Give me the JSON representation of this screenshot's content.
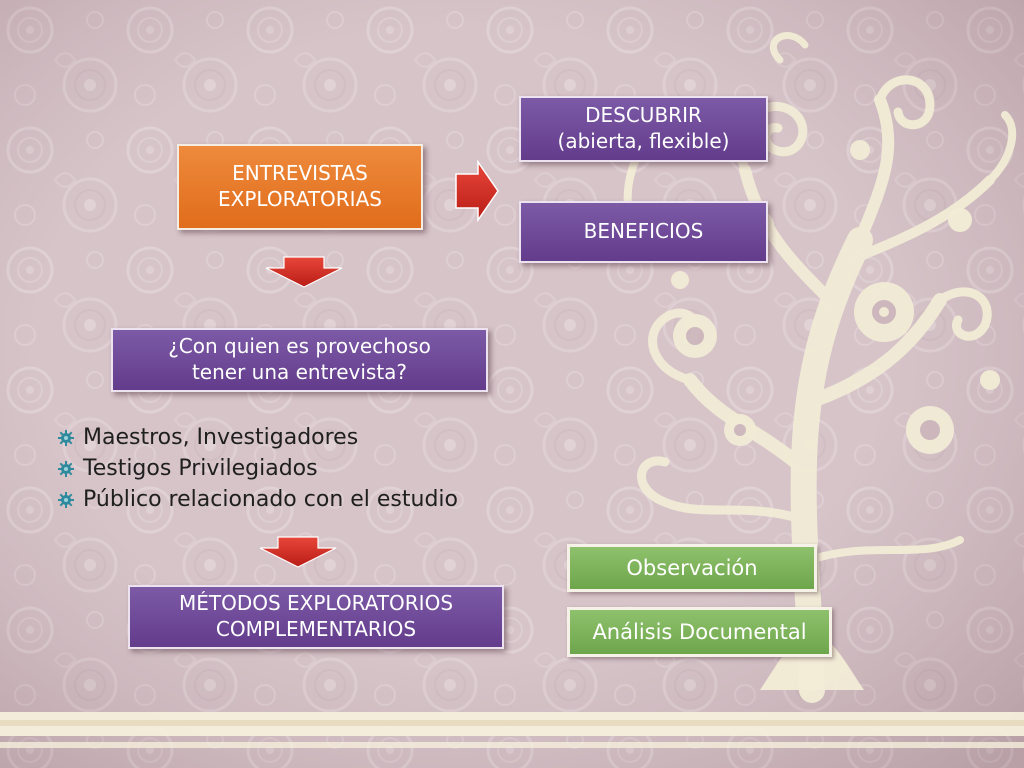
{
  "top_box": {
    "line1": "ENTREVISTAS",
    "line2": "EXPLORATORIAS"
  },
  "right_boxes": {
    "descubrir": {
      "line1": "DESCUBRIR",
      "line2": "(abierta, flexible)"
    },
    "beneficios": "BENEFICIOS"
  },
  "question_box": {
    "line1": "¿Con quien es provechoso",
    "line2": "tener una entrevista?"
  },
  "bullets": [
    "Maestros, Investigadores",
    "Testigos Privilegiados",
    "Público relacionado con el estudio"
  ],
  "methods_box": {
    "line1": "MÉTODOS EXPLORATORIOS",
    "line2": "COMPLEMENTARIOS"
  },
  "green_boxes": {
    "observacion": "Observación",
    "analisis": "Análisis Documental"
  },
  "colors": {
    "orange": "#e97a2b",
    "purple": "#6f4a98",
    "green": "#7eb35c",
    "arrow_red": "#d42a20",
    "background": "#cdb7bd",
    "tree": "#f2ecd6",
    "bullet_teal": "#2e8a9c"
  },
  "icons": {
    "decorative_tree": "tree-icon",
    "bullet": "gear-bullet-icon",
    "arrows": "red-block-arrow-icon"
  }
}
